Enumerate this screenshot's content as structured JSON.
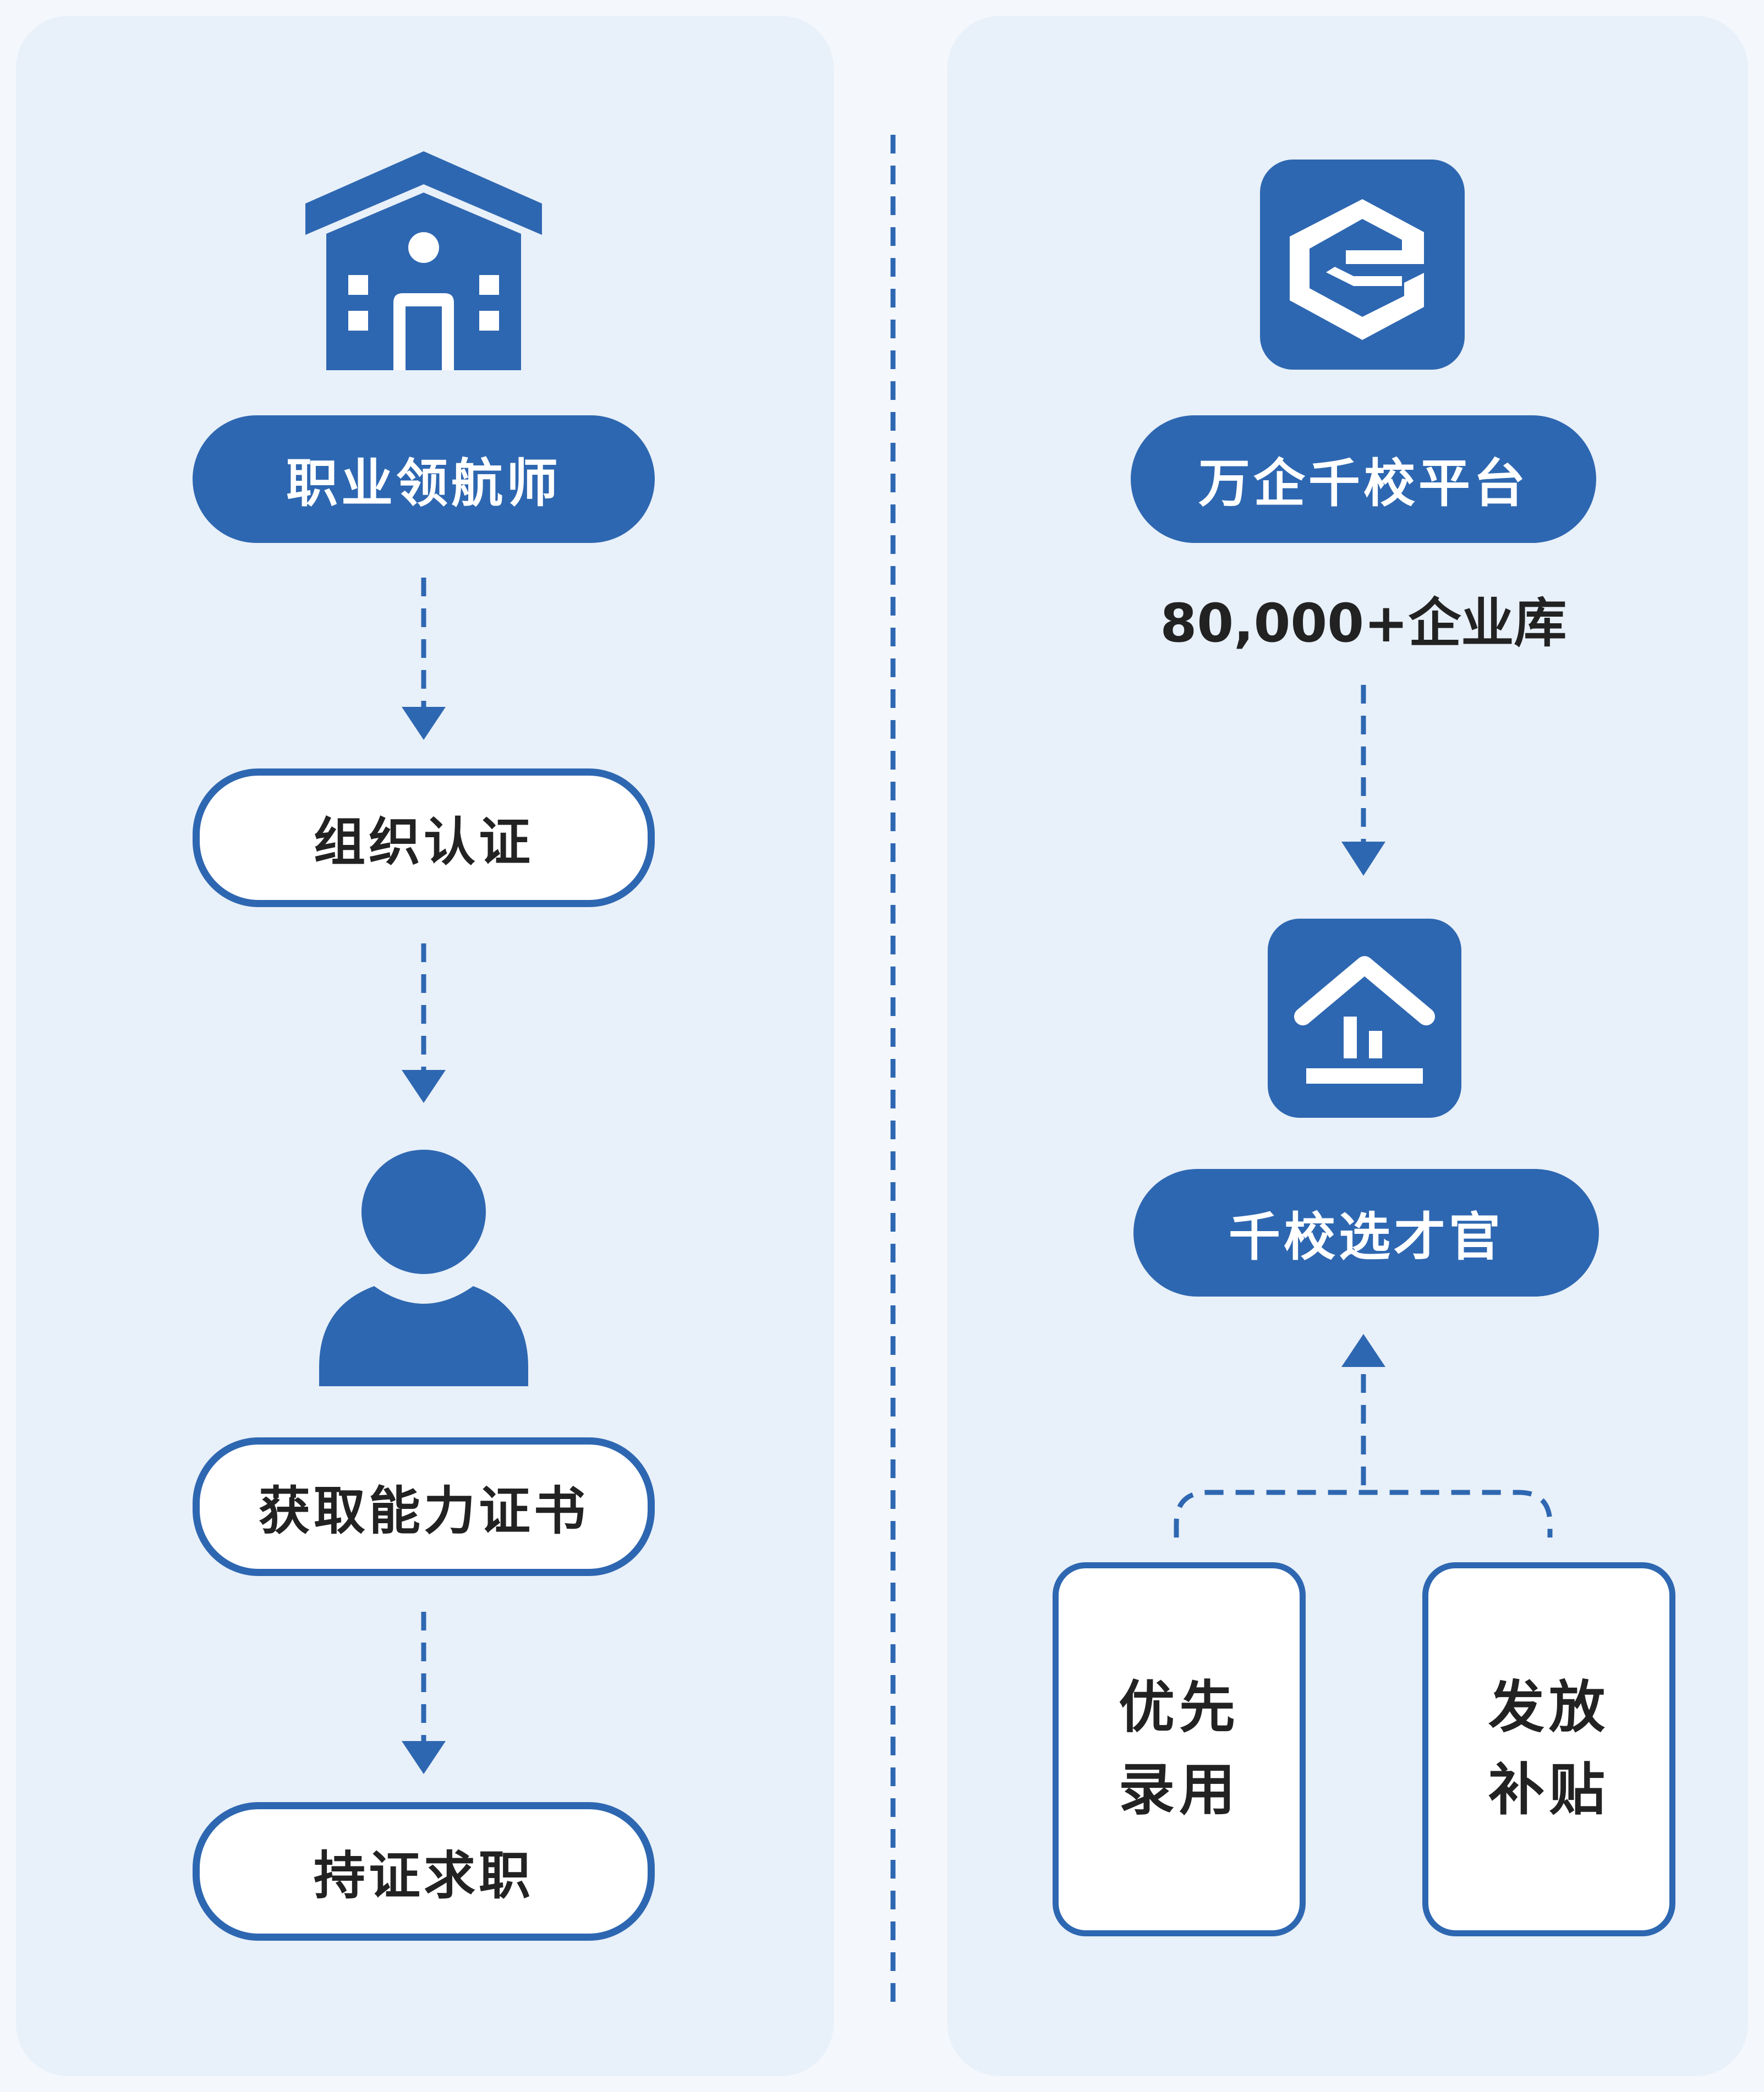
{
  "left_flow": {
    "step1": "职业领航师",
    "step2": "组织认证",
    "step3": "获取能力证书",
    "step4": "持证求职"
  },
  "right_flow": {
    "platform": "万企千校平台",
    "enterprise_count": "80,000+企业库",
    "selector": "千校选才官",
    "benefit_a": [
      "优先",
      "录用"
    ],
    "benefit_b": [
      "发放",
      "补贴"
    ]
  },
  "colors": {
    "primary": "#2e67b1",
    "panel_bg": "#e8f0f9",
    "text": "#222222"
  },
  "icons": [
    "school-building-icon",
    "platform-logo-icon",
    "person-icon",
    "school-roof-icon"
  ]
}
